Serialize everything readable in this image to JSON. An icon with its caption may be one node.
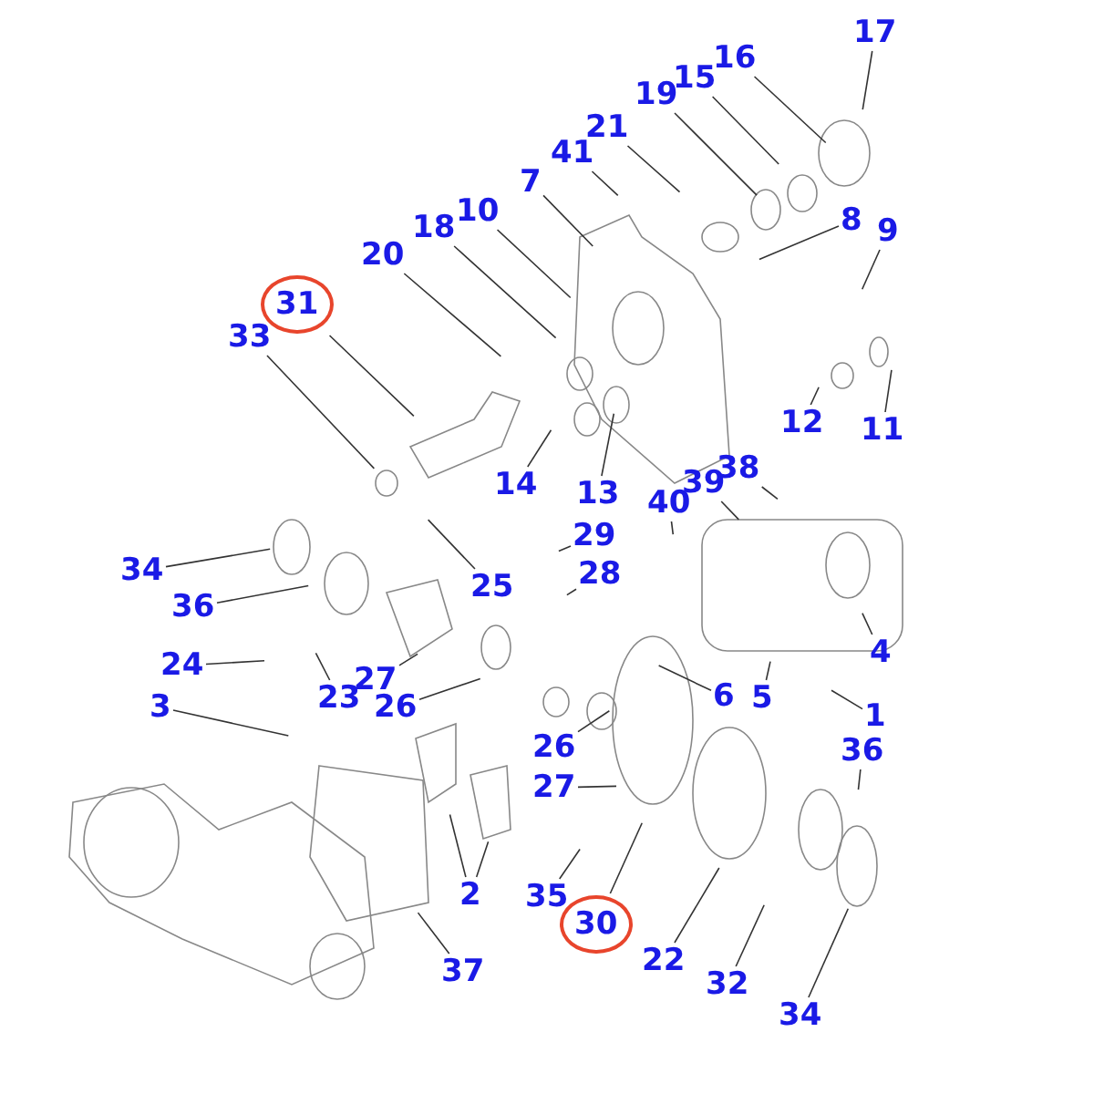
{
  "diagram": {
    "nodes": [
      {
        "text": [
          "17"
        ]
      },
      {
        "text": [
          "16"
        ]
      },
      {
        "text": [
          "15"
        ]
      },
      {
        "text": [
          "19"
        ]
      },
      {
        "text": [
          "21"
        ]
      },
      {
        "text": [
          "41"
        ]
      },
      {
        "text": [
          "7"
        ]
      },
      {
        "text": [
          "10"
        ]
      },
      {
        "text": [
          "18"
        ]
      },
      {
        "text": [
          "20"
        ]
      },
      {
        "text": [
          "31"
        ]
      },
      {
        "text": [
          "33"
        ]
      },
      {
        "text": [
          "8"
        ]
      },
      {
        "text": [
          "9"
        ]
      },
      {
        "text": [
          "12"
        ]
      },
      {
        "text": [
          "11"
        ]
      },
      {
        "text": [
          "14"
        ]
      },
      {
        "text": [
          "13"
        ]
      },
      {
        "text": [
          "40"
        ]
      },
      {
        "text": [
          "39"
        ]
      },
      {
        "text": [
          "38"
        ]
      },
      {
        "text": [
          "29"
        ]
      },
      {
        "text": [
          "25"
        ]
      },
      {
        "text": [
          "28"
        ]
      },
      {
        "text": [
          "34"
        ]
      },
      {
        "text": [
          "36"
        ]
      },
      {
        "text": [
          "24"
        ]
      },
      {
        "text": [
          "23"
        ]
      },
      {
        "text": [
          "27"
        ]
      },
      {
        "text": [
          "26"
        ]
      },
      {
        "text": [
          "3"
        ]
      },
      {
        "text": [
          "4"
        ]
      },
      {
        "text": [
          "6"
        ]
      },
      {
        "text": [
          "5"
        ]
      },
      {
        "text": [
          "1"
        ]
      },
      {
        "text": [
          "26"
        ]
      },
      {
        "text": [
          "27"
        ]
      },
      {
        "text": [
          "36"
        ]
      },
      {
        "text": [
          "2"
        ]
      },
      {
        "text": [
          "35"
        ]
      },
      {
        "text": [
          "30"
        ]
      },
      {
        "text": [
          "22"
        ]
      },
      {
        "text": [
          "32"
        ]
      },
      {
        "text": [
          "34"
        ]
      },
      {
        "text": [
          "37"
        ]
      }
    ],
    "edges": [
      {
        "from": 0,
        "to": null,
        "arrow": "none"
      },
      {
        "from": 1,
        "to": null,
        "arrow": "none"
      },
      {
        "from": 2,
        "to": null,
        "arrow": "none"
      },
      {
        "from": 3,
        "to": null,
        "arrow": "none"
      },
      {
        "from": 4,
        "to": null,
        "arrow": "none"
      },
      {
        "from": 5,
        "to": null,
        "arrow": "none"
      },
      {
        "from": 6,
        "to": null,
        "arrow": "none"
      },
      {
        "from": 7,
        "to": null,
        "arrow": "none"
      },
      {
        "from": 8,
        "to": null,
        "arrow": "none"
      },
      {
        "from": 9,
        "to": null,
        "arrow": "none"
      },
      {
        "from": 10,
        "to": null,
        "arrow": "none"
      },
      {
        "from": 11,
        "to": null,
        "arrow": "none"
      },
      {
        "from": 12,
        "to": null,
        "arrow": "none"
      },
      {
        "from": 13,
        "to": null,
        "arrow": "none"
      },
      {
        "from": 14,
        "to": null,
        "arrow": "none"
      },
      {
        "from": 15,
        "to": null,
        "arrow": "none"
      },
      {
        "from": 16,
        "to": null,
        "arrow": "none"
      },
      {
        "from": 17,
        "to": null,
        "arrow": "none"
      },
      {
        "from": 18,
        "to": null,
        "arrow": "none"
      },
      {
        "from": 19,
        "to": null,
        "arrow": "none"
      },
      {
        "from": 20,
        "to": null,
        "arrow": "none"
      },
      {
        "from": 21,
        "to": null,
        "arrow": "none"
      },
      {
        "from": 22,
        "to": null,
        "arrow": "none"
      },
      {
        "from": 23,
        "to": null,
        "arrow": "none"
      },
      {
        "from": 24,
        "to": null,
        "arrow": "none"
      },
      {
        "from": 25,
        "to": null,
        "arrow": "none"
      },
      {
        "from": 26,
        "to": null,
        "arrow": "none"
      },
      {
        "from": 27,
        "to": null,
        "arrow": "none"
      },
      {
        "from": 28,
        "to": null,
        "arrow": "none"
      },
      {
        "from": 29,
        "to": null,
        "arrow": "none"
      },
      {
        "from": 30,
        "to": null,
        "arrow": "none"
      },
      {
        "from": 31,
        "to": null,
        "arrow": "none"
      },
      {
        "from": 32,
        "to": null,
        "arrow": "none"
      },
      {
        "from": 33,
        "to": null,
        "arrow": "none"
      },
      {
        "from": 34,
        "to": null,
        "arrow": "none"
      },
      {
        "from": 35,
        "to": null,
        "arrow": "none"
      },
      {
        "from": 36,
        "to": null,
        "arrow": "none"
      },
      {
        "from": 37,
        "to": null,
        "arrow": "none"
      },
      {
        "from": 38,
        "to": null,
        "arrow": "none"
      },
      {
        "from": 38,
        "to": null,
        "arrow": "none"
      },
      {
        "from": 39,
        "to": null,
        "arrow": "none"
      },
      {
        "from": 40,
        "to": null,
        "arrow": "none"
      },
      {
        "from": 41,
        "to": null,
        "arrow": "none"
      },
      {
        "from": 42,
        "to": null,
        "arrow": "none"
      },
      {
        "from": 43,
        "to": null,
        "arrow": "none"
      },
      {
        "from": 44,
        "to": null,
        "arrow": "none"
      }
    ]
  }
}
